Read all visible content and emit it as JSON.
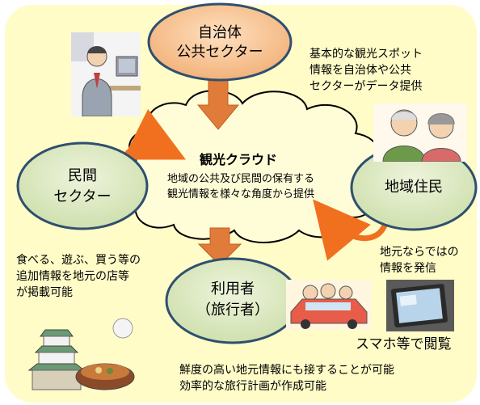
{
  "cloud": {
    "title": "観光クラウド",
    "line1": "地域の公共及び民間の保有する",
    "line2": "観光情報を様々な角度から提供"
  },
  "nodes": {
    "government": {
      "line1": "自治体",
      "line2": "公共セクター"
    },
    "private": {
      "line1": "民間",
      "line2": "セクター"
    },
    "residents": {
      "line1": "地域住民"
    },
    "users": {
      "line1": "利用者",
      "line2": "（旅行者）"
    }
  },
  "notes": {
    "government": [
      "基本的な観光スポット",
      "情報を自治体や公共",
      "セクターがデータ提供"
    ],
    "private": [
      "食べる、遊ぶ、買う等の",
      "追加情報を地元の店等",
      "が掲載可能"
    ],
    "residents": [
      "地元ならではの",
      "情報を発信"
    ],
    "smartphone": "スマホ等で閲覧",
    "bottom": [
      "鮮度の高い地元情報にも接することが可能",
      "効率的な旅行計画が作成可能"
    ]
  },
  "colors": {
    "panel": "#fffcc8",
    "node_green": "#d7e4bd",
    "node_orange": "#f5c08a",
    "node_border": "#2f4f6f",
    "arrow_down": "#e07b39",
    "arrow_curved": "#f07020",
    "cloud_fill": "#fffdd8"
  },
  "icons": [
    "office-worker-illustration",
    "elderly-couple-illustration",
    "family-car-illustration",
    "tablet-photo",
    "castle-and-food-illustration"
  ]
}
